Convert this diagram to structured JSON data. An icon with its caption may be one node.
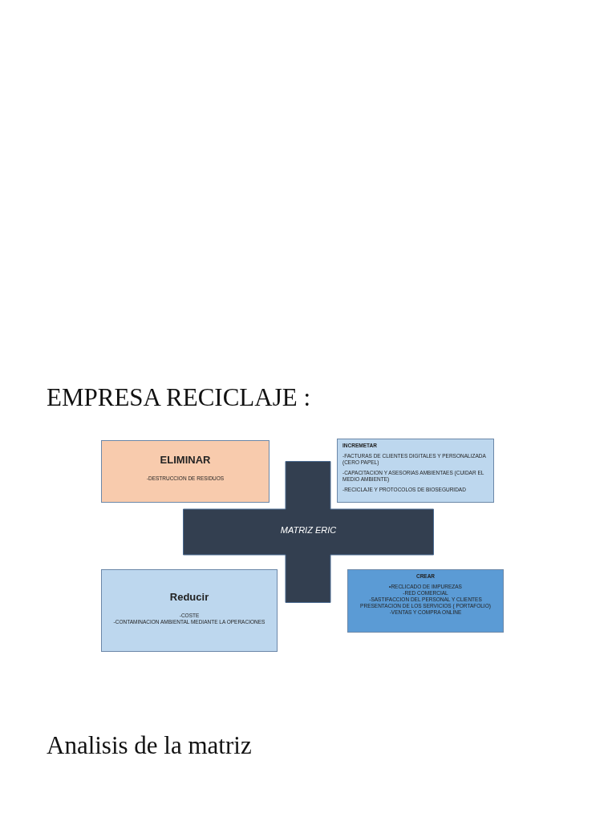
{
  "diagram": {
    "title": "EMPRESA RECICLAJE :",
    "nodes": [
      {
        "text": [
          "ELIMINAR",
          "-DESTRUCCION DE RESIDUOS"
        ]
      },
      {
        "text": [
          "INCREMETAR",
          "-FACTURAS DE CLIENTES DIGITALES Y PERSONALIZADA (CERO PAPEL)",
          "-CAPACITACION Y ASESORIAS AMBIENTAES (CUIDAR EL MEDIO AMBIENTE)",
          "-RECICLAJE Y PROTOCOLOS DE BIOSEGURIDAD"
        ]
      },
      {
        "text": [
          "MATRIZ ERIC"
        ]
      },
      {
        "text": [
          "Reducir",
          "-COSTE",
          "-CONTAMINACION AMBIENTAL MEDIANTE LA OPERACIONES"
        ]
      },
      {
        "text": [
          "CREAR",
          "•RECLICADO DE IMPUREZAS",
          "-RED COMERCIAL",
          "-SASTIFACCION DEL PERSONAL Y CLIENTES",
          "PRESENTACION DE LOS SERVICIOS  ( PORTAFOLIO)",
          "-VENTAS Y COMPRA  ONLINE"
        ]
      }
    ],
    "edges": [],
    "labels": [
      "Analisis de la matriz"
    ]
  }
}
